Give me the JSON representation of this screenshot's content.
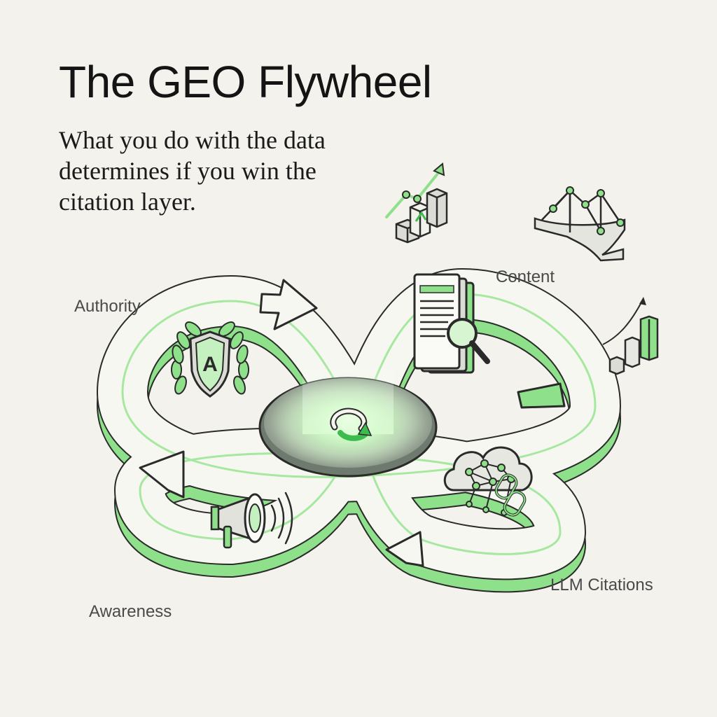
{
  "header": {
    "title": "The GEO Flywheel",
    "subtitle": "What you do with the data determines if you win the citation layer."
  },
  "stages": {
    "authority": "Authority",
    "content": "Content",
    "llm_citations": "LLM Citations",
    "awareness": "Awareness"
  },
  "badge_letter": "A",
  "colors": {
    "background": "#f3f2ec",
    "accent": "#7be07a",
    "accent_dark": "#3dbb4f",
    "ink": "#2a2a2a",
    "track_face": "#f7f7f2",
    "track_wall": "#d6d6d0"
  },
  "icons": [
    "growth-chart-icon",
    "network-bridge-icon",
    "bar-growth-icon",
    "laurel-shield-icon",
    "document-search-icon",
    "cycle-icon",
    "megaphone-icon",
    "cloud-network-icon"
  ]
}
